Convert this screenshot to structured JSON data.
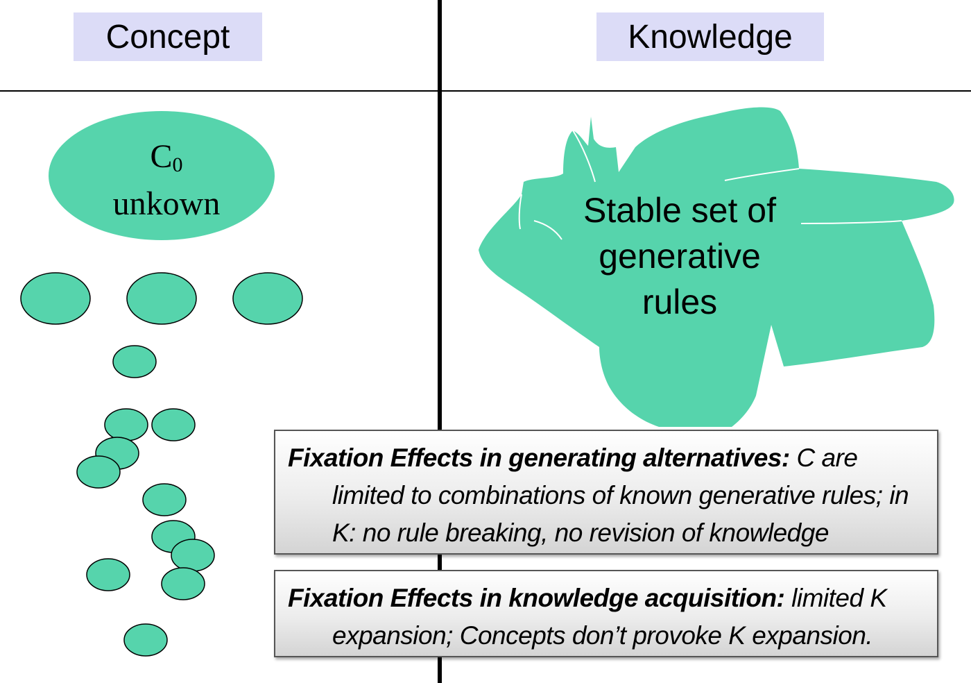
{
  "headers": {
    "concept": "Concept",
    "knowledge": "Knowledge"
  },
  "concept": {
    "c0_symbol": "C",
    "c0_subscript": "0",
    "c0_label": "unkown"
  },
  "knowledge": {
    "blob_label_lines": [
      "Stable set of",
      "generative",
      "rules"
    ]
  },
  "boxes": [
    {
      "title": "Fixation Effects in generating alternatives:",
      "text": " C are limited to combinations of known generative rules; in K: no rule breaking, no revision of knowledge"
    },
    {
      "title": "Fixation Effects in knowledge acquisition:",
      "text": " limited K expansion; Concepts  don’t provoke K expansion."
    }
  ],
  "colors": {
    "shape_fill": "#56d4ac",
    "header_fill": "#dcdcf7"
  }
}
